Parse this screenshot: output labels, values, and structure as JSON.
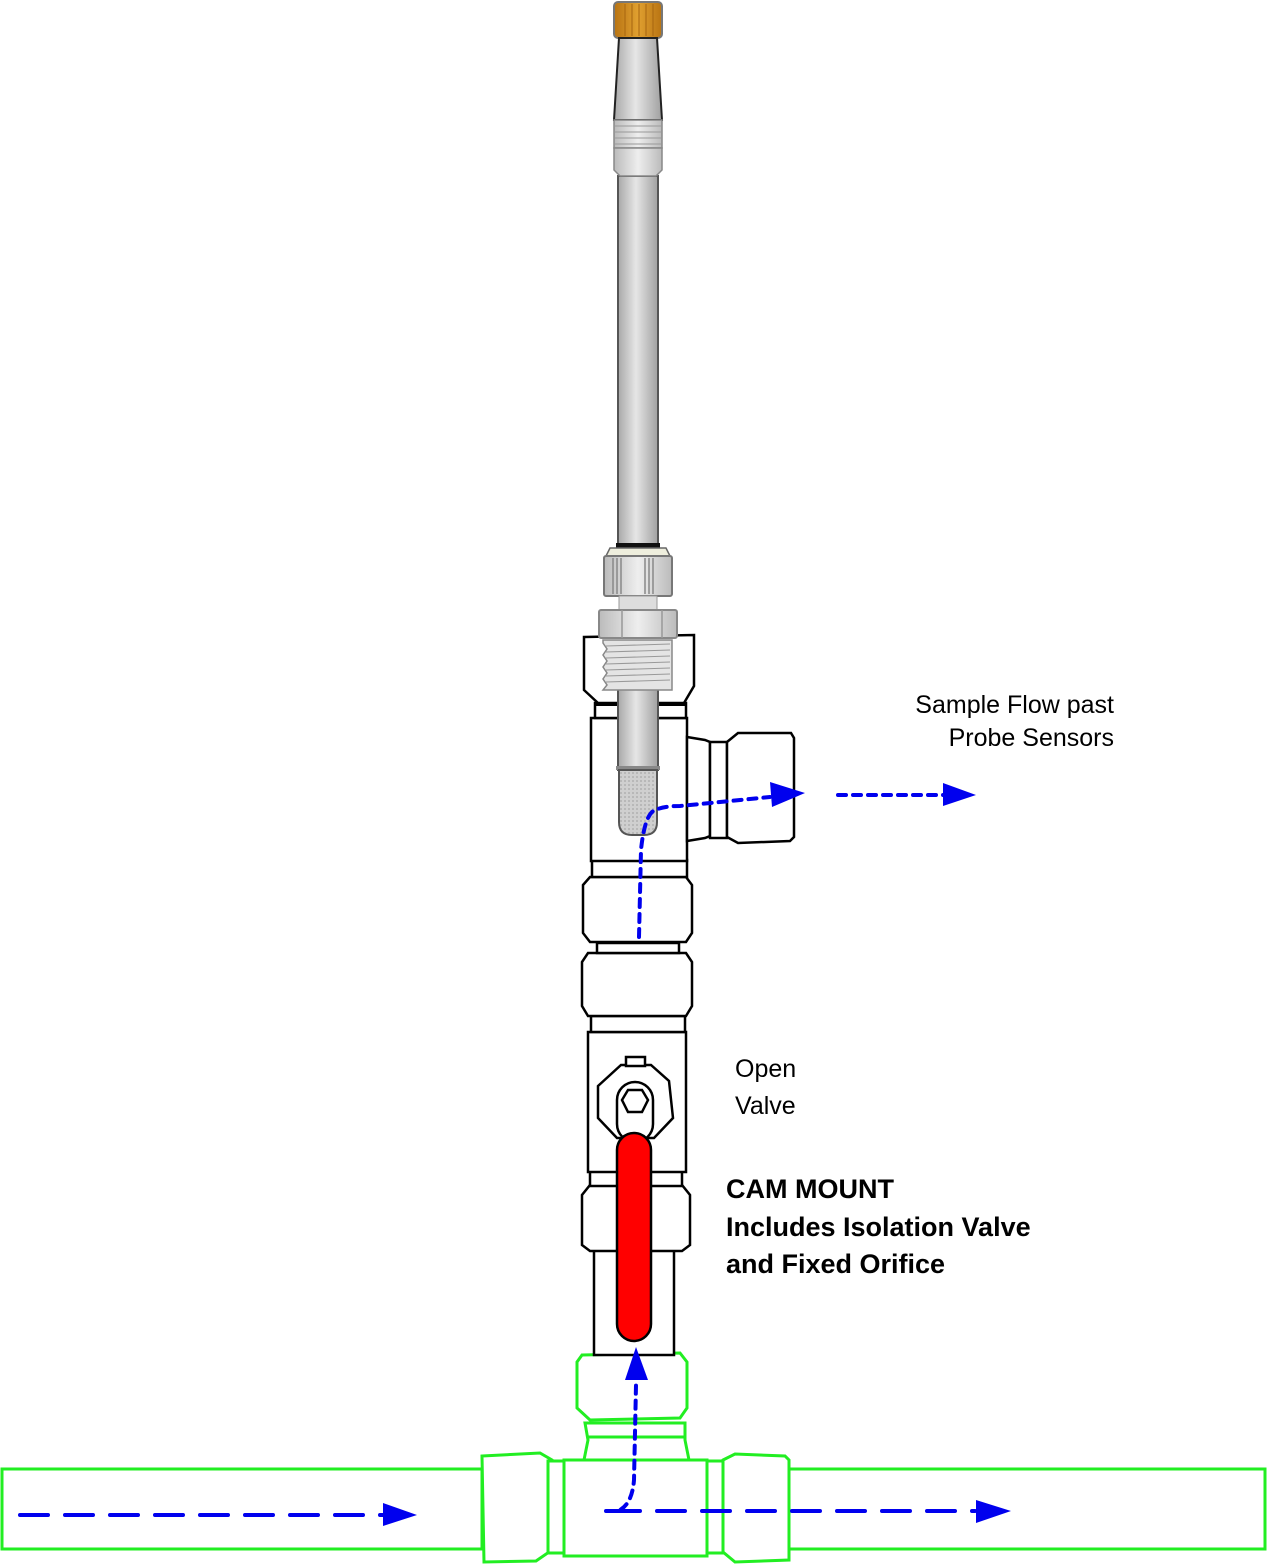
{
  "diagram": {
    "title": "Probe installation on CAM mount with isolation valve",
    "labels": {
      "sample_flow_line1": "Sample Flow past",
      "sample_flow_line2": "Probe Sensors",
      "open_valve_line1": "Open",
      "open_valve_line2": "Valve",
      "cam_mount_line1": "CAM MOUNT",
      "cam_mount_line2": "Includes Isolation Valve",
      "cam_mount_line3": "and Fixed Orifice"
    },
    "components": [
      {
        "name": "probe-connector-cap",
        "color": "#c98a1a"
      },
      {
        "name": "probe-body",
        "color": "#d4d4d4"
      },
      {
        "name": "compression-fitting",
        "color": "#bfbfbf"
      },
      {
        "name": "tee-fitting",
        "color": "#ffffff"
      },
      {
        "name": "isolation-valve",
        "color": "#ffffff"
      },
      {
        "name": "valve-handle",
        "color": "#ff0000",
        "state": "open"
      },
      {
        "name": "process-pipe-tee",
        "color": "#22ee22"
      }
    ],
    "flow": {
      "color": "#0000ee",
      "paths": [
        "main pipe inlet",
        "up through valve",
        "past probe sensors",
        "out tee side port",
        "main pipe outlet"
      ]
    }
  }
}
